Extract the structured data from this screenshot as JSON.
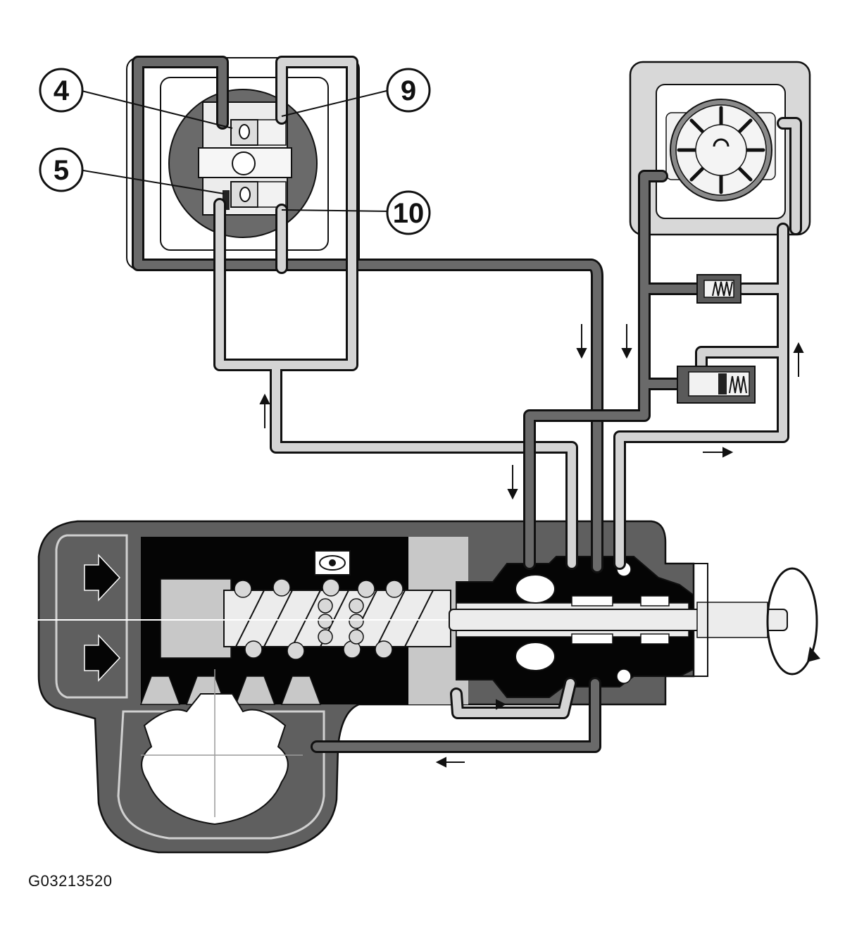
{
  "callouts": [
    {
      "id": "4",
      "text": "4"
    },
    {
      "id": "9",
      "text": "9"
    },
    {
      "id": "5",
      "text": "5"
    },
    {
      "id": "10",
      "text": "10"
    }
  ],
  "figure_id": "G03213520",
  "colors": {
    "line_dark": "#6a6a6a",
    "line_light": "#d4d4d4",
    "housing": "#5f5f5f",
    "solid": "#050505",
    "light_fill": "#c8c8c8",
    "outline": "#111111"
  }
}
